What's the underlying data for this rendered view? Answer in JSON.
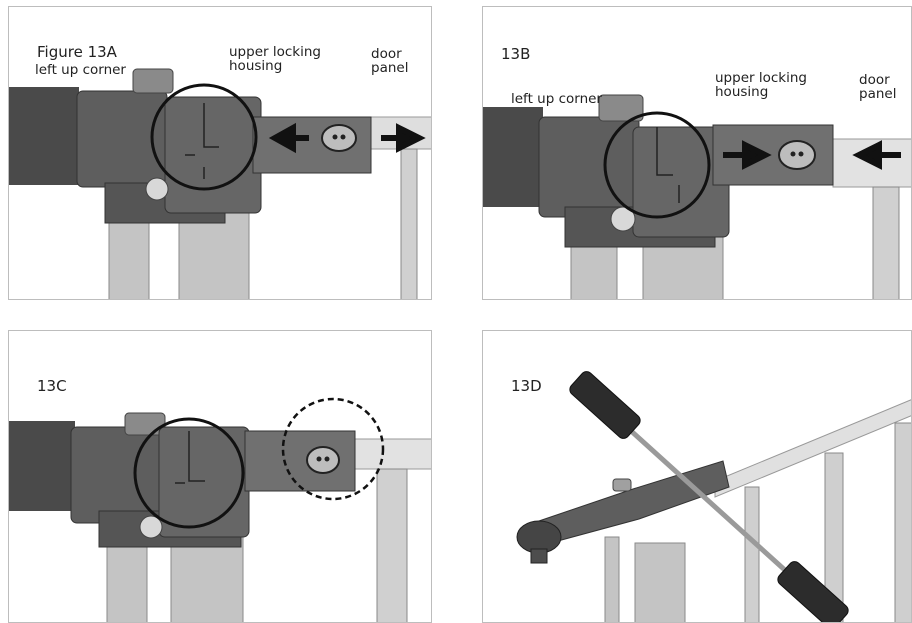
{
  "panels": {
    "a": {
      "figure_label": "Figure 13A",
      "left_up_corner": "left up corner",
      "upper_locking_housing": [
        "upper locking",
        "housing"
      ],
      "door_panel": [
        "door",
        "panel"
      ]
    },
    "b": {
      "figure_label": "13B",
      "left_up_corner": "left up corner",
      "upper_locking_housing": [
        "upper locking",
        "housing"
      ],
      "door_panel": [
        "door",
        "panel"
      ]
    },
    "c": {
      "figure_label": "13C"
    },
    "d": {
      "figure_label": "13D"
    }
  },
  "colors": {
    "housing": "#5e5e5e",
    "housing_dark": "#454545",
    "tube": "#c4c4c4",
    "tube_edge": "#8a8a8a",
    "panel_bar": "#dedede",
    "arrow": "#111111",
    "circle": "#111111"
  },
  "icons": [
    "arrow-left-icon",
    "arrow-right-icon",
    "lock-knob-icon",
    "wrench-handle-icon"
  ]
}
